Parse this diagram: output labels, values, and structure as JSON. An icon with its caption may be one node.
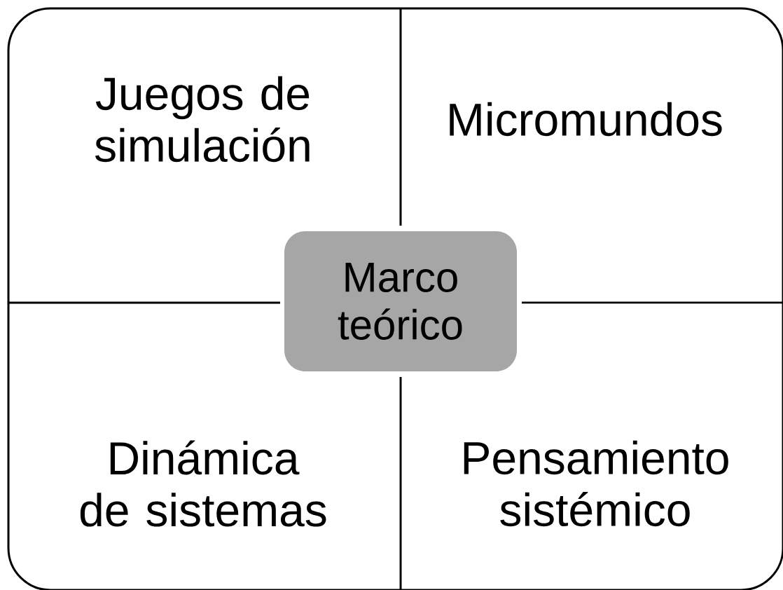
{
  "diagram": {
    "nodes": [
      {
        "text": [],
        "shape": "box"
      },
      {
        "text": [
          "Juegos de simulación"
        ],
        "in": 0
      },
      {
        "text": [
          "Micromundos"
        ],
        "in": 0
      },
      {
        "text": [
          "Marco teórico"
        ],
        "in": 0
      },
      {
        "text": [
          "Dinámica de sistemas"
        ],
        "in": 0
      },
      {
        "text": [
          "Pensamiento sistémico"
        ],
        "in": 0
      }
    ]
  }
}
